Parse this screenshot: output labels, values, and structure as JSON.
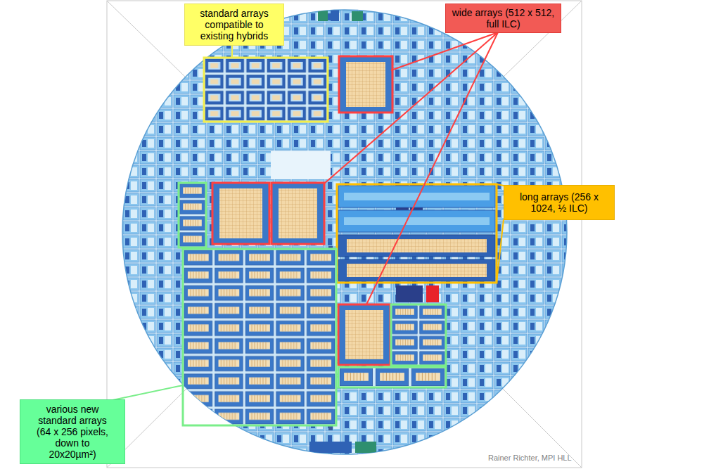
{
  "diagram": {
    "nodes": [
      {
        "text": [
          "standard arrays compatible to existing hybrids"
        ]
      },
      {
        "text": [
          "wide arrays (512 x 512, full ILC)"
        ]
      },
      {
        "text": [
          "long arrays (256 x 1024, ½ ILC)"
        ]
      },
      {
        "text": [
          "various new standard arrays (64 x 256 pixels, down to 20x20µm²)"
        ]
      }
    ],
    "labels": [
      "Rainer Richter, MPI HLL"
    ]
  }
}
